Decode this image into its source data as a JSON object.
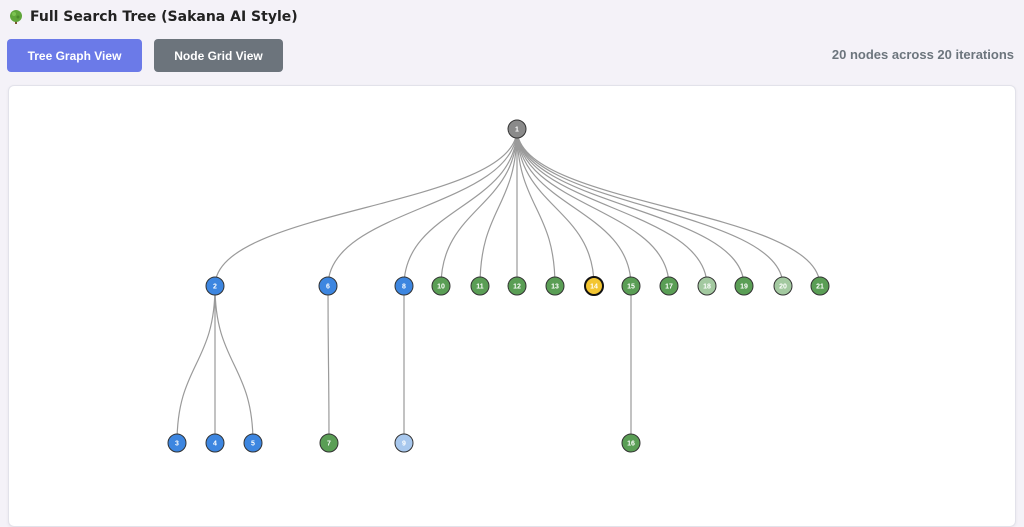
{
  "header": {
    "title": "Full Search Tree (Sakana AI Style)",
    "icon": "tree-icon"
  },
  "toolbar": {
    "tree_view_label": "Tree Graph View",
    "grid_view_label": "Node Grid View",
    "summary": "20 nodes across 20 iterations"
  },
  "colors": {
    "root": "#8a8a8a",
    "blue": "#3d86e0",
    "light_blue": "#a8c8ee",
    "green": "#5a9e55",
    "light_green": "#a3c9a0",
    "highlight": "#f3c531",
    "edge": "#9a9a9a"
  },
  "tree": {
    "nodes": [
      {
        "id": "1",
        "parent": null,
        "color": "root"
      },
      {
        "id": "2",
        "parent": "1",
        "color": "blue"
      },
      {
        "id": "6",
        "parent": "1",
        "color": "blue"
      },
      {
        "id": "8",
        "parent": "1",
        "color": "blue"
      },
      {
        "id": "10",
        "parent": "1",
        "color": "green"
      },
      {
        "id": "11",
        "parent": "1",
        "color": "green"
      },
      {
        "id": "12",
        "parent": "1",
        "color": "green"
      },
      {
        "id": "13",
        "parent": "1",
        "color": "green"
      },
      {
        "id": "14",
        "parent": "1",
        "color": "highlight"
      },
      {
        "id": "15",
        "parent": "1",
        "color": "green"
      },
      {
        "id": "17",
        "parent": "1",
        "color": "green"
      },
      {
        "id": "18",
        "parent": "1",
        "color": "light_green"
      },
      {
        "id": "19",
        "parent": "1",
        "color": "green"
      },
      {
        "id": "20",
        "parent": "1",
        "color": "light_green"
      },
      {
        "id": "21",
        "parent": "1",
        "color": "green"
      },
      {
        "id": "3",
        "parent": "2",
        "color": "blue"
      },
      {
        "id": "4",
        "parent": "2",
        "color": "blue"
      },
      {
        "id": "5",
        "parent": "2",
        "color": "blue"
      },
      {
        "id": "7",
        "parent": "6",
        "color": "green"
      },
      {
        "id": "9",
        "parent": "8",
        "color": "light_blue"
      },
      {
        "id": "16",
        "parent": "15",
        "color": "green"
      }
    ]
  }
}
